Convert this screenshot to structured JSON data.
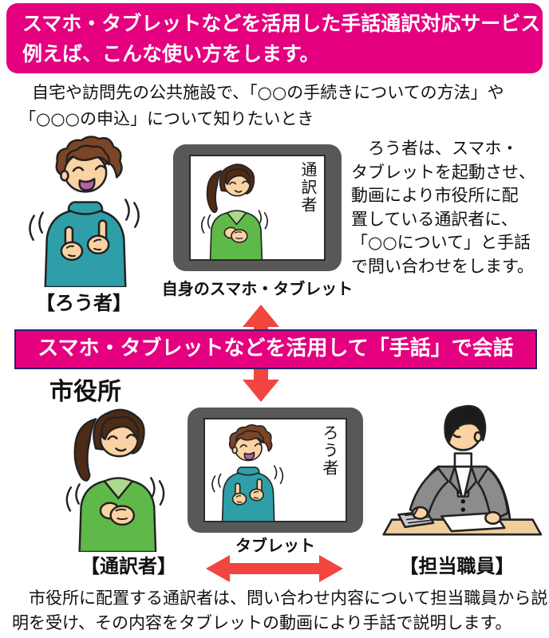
{
  "header": {
    "title_line1": "スマホ・タブレットなどを活用した手話通訳対応サービス",
    "title_line2": "例えば、こんな使い方をします。"
  },
  "intro": {
    "line1": "自宅や訪問先の公共施設で、「○○の手続きについての方法」や",
    "line2": "「○○○の申込」について知りたいとき"
  },
  "top_scene": {
    "deaf_person_label": "【ろう者】",
    "tablet_screen_label": "通訳者",
    "tablet_caption": "自身のスマホ・タブレット",
    "description_lines": [
      "　ろう者は、スマホ・",
      "タブレットを起動させ、",
      "動画により市役所に配",
      "置している通訳者に、",
      "「○○について」と手話",
      "で問い合わせをします。"
    ]
  },
  "banner": {
    "text": "スマホ・タブレットなどを活用して「手話」で会話"
  },
  "bottom_scene": {
    "area_label": "市役所",
    "interpreter_label": "【通訳者】",
    "tablet_screen_label": "ろう者",
    "tablet_caption": "タブレット",
    "staff_label": "【担当職員】"
  },
  "footer": {
    "line1": "　市役所に配置する通訳者は、問い合わせ内容について担当職員から説",
    "line2": "明を受け、その内容をタブレットの動画により手話で説明します。"
  },
  "graphics": {
    "top_left": "deaf-person-signing",
    "top_tablet": "interpreter-on-screen",
    "bottom_left": "interpreter-signing",
    "bottom_tablet": "deaf-person-on-screen",
    "bottom_right": "staff-at-desk",
    "vertical_arrow": "double-headed-vertical-arrow",
    "horizontal_arrow": "double-headed-horizontal-arrow"
  },
  "colors": {
    "magenta": "#E4007F",
    "arrow_red": "#F2453F",
    "tablet_frame": "#595757"
  }
}
